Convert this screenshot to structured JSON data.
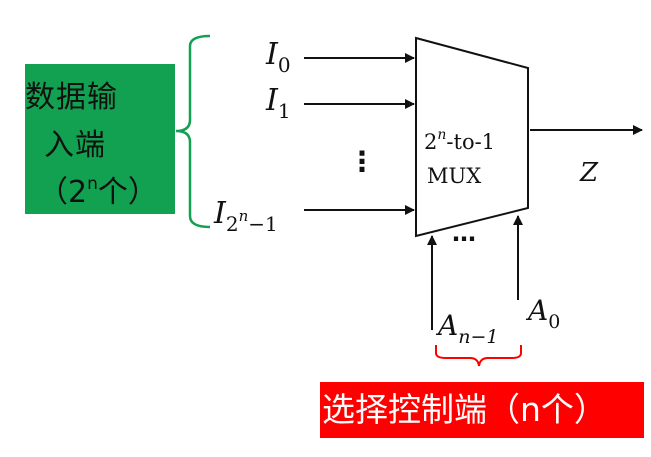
{
  "data_inputs": {
    "label_line1": "数据输",
    "label_line2": "入端",
    "label_line3_open": "（2",
    "label_line3_sup": "n",
    "label_line3_close": "个）",
    "inputs": [
      {
        "base": "I",
        "sub": "0"
      },
      {
        "base": "I",
        "sub": "1"
      },
      {
        "base": "I",
        "sub": "2",
        "sup": "n",
        "sub_tail": "−1"
      }
    ],
    "ellipsis": "⋮"
  },
  "mux": {
    "label_pre": "2",
    "label_sup": "n",
    "label_post": "-to-1",
    "label_line2": "MUX"
  },
  "output": {
    "label": "Z"
  },
  "select": {
    "label": "选择控制端（n个）",
    "msb": {
      "base": "A",
      "sub": "n−1"
    },
    "lsb": {
      "base": "A",
      "sub": "0"
    },
    "ellipsis": "⋯"
  },
  "colors": {
    "green": "#12a150",
    "red": "#ff0000",
    "stroke": "#111111"
  }
}
